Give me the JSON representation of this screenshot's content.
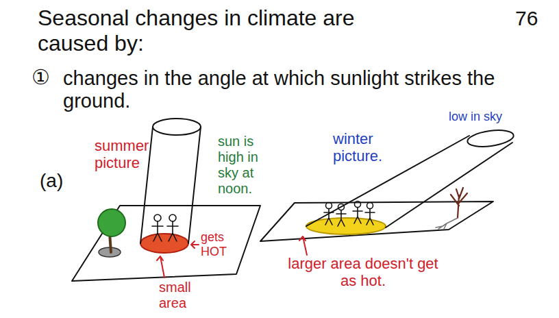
{
  "diagram": {
    "title": "Seasonal changes in climate are caused by:",
    "labels": [
      "76",
      "①",
      "changes in the angle at which sunlight strikes the ground.",
      "(a)",
      "summer picture",
      "sun is high in sky at noon.",
      "gets HOT",
      "small area",
      "winter picture.",
      "low in sky",
      "larger area doesn't get as hot."
    ]
  }
}
